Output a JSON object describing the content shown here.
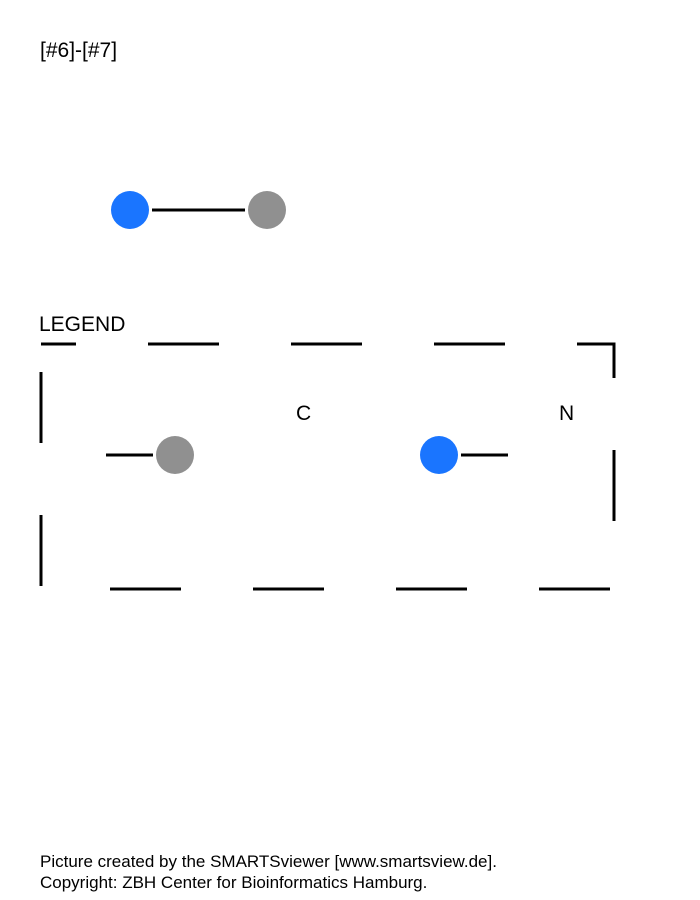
{
  "header": {
    "smarts_pattern": "[#6]-[#7]"
  },
  "molecule": {
    "atoms": [
      {
        "element": "N",
        "color": "#1a75ff"
      },
      {
        "element": "C",
        "color": "#909090"
      }
    ],
    "bonds": [
      {
        "from": 0,
        "to": 1,
        "order": "single"
      }
    ]
  },
  "legend": {
    "title": "LEGEND",
    "items": [
      {
        "label": "C",
        "color": "#909090"
      },
      {
        "label": "N",
        "color": "#1a75ff"
      }
    ]
  },
  "footer": {
    "line1": "Picture created by the SMARTSviewer [www.smartsview.de].",
    "line2": "Copyright: ZBH Center for Bioinformatics Hamburg."
  }
}
